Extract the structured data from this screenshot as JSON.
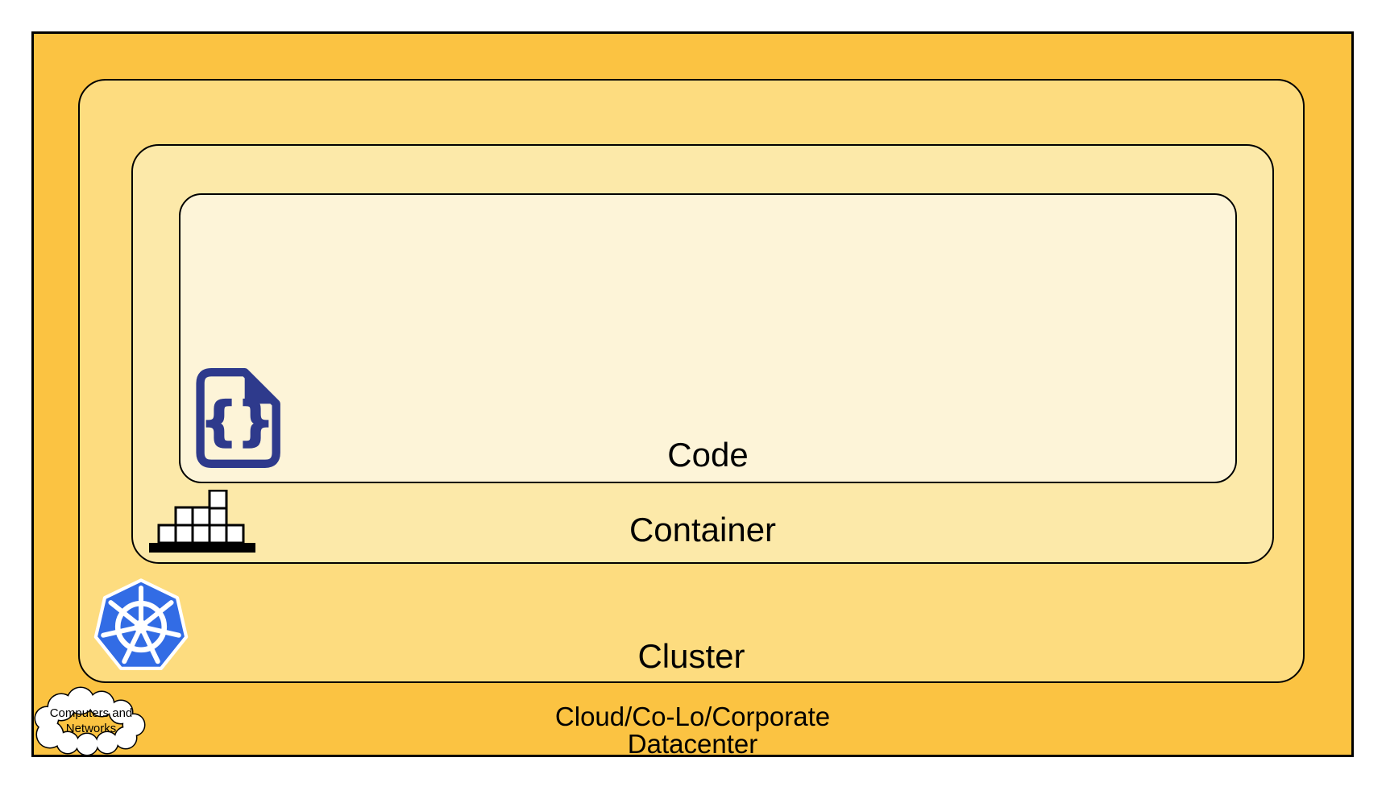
{
  "layers": {
    "code": {
      "label": "Code",
      "fill": "#FDF4D8",
      "icon": "code-file-icon"
    },
    "container": {
      "label": "Container",
      "fill": "#FCE9A9",
      "icon": "container-stack-icon"
    },
    "cluster": {
      "label": "Cluster",
      "fill": "#FDDC7F",
      "icon": "kubernetes-icon"
    },
    "datacenter": {
      "label_line1": "Cloud/Co-Lo/Corporate",
      "label_line2": "Datacenter",
      "fill": "#FBC342",
      "icon": "cloud-icon"
    }
  },
  "cloud_callout": {
    "line1": "Computers and",
    "line2": "Networks"
  },
  "colors": {
    "outline": "#000000",
    "text": "#000000",
    "code_icon_navy": "#2E3A8C",
    "kubernetes_blue": "#326CE5",
    "icon_white": "#FFFFFF",
    "datacenter_fill": "#FBC342",
    "cluster_fill": "#FDDC7F",
    "container_fill": "#FCE9A9",
    "code_fill": "#FDF4D8",
    "canvas_bg": "#FFFFFF"
  }
}
